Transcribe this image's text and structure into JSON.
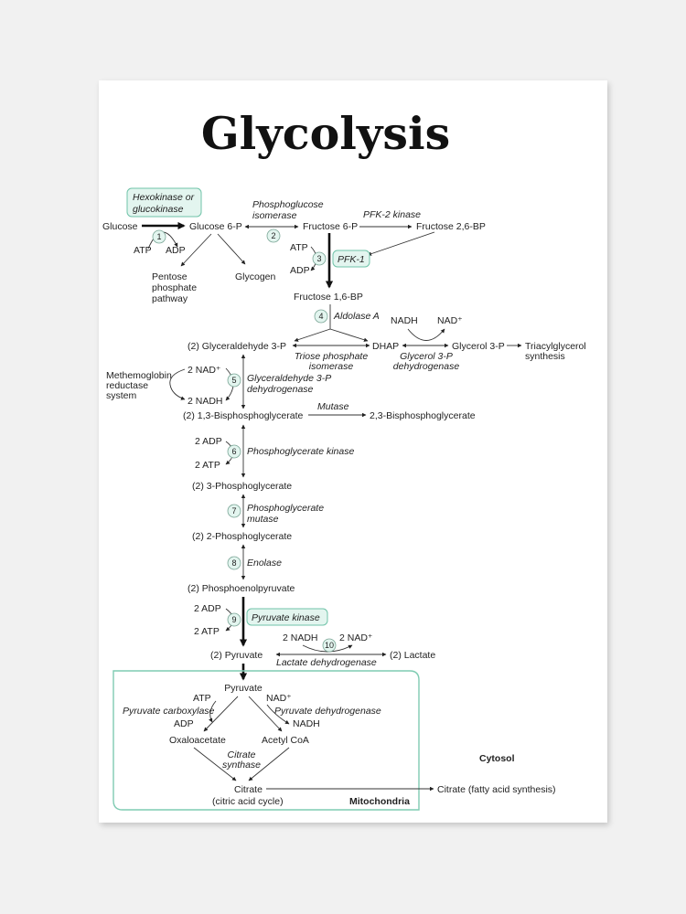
{
  "title": "Glycolysis",
  "metabolites": {
    "glucose": "Glucose",
    "glucose6p": "Glucose 6-P",
    "fructose6p": "Fructose 6-P",
    "fructose26bp": "Fructose 2,6-BP",
    "pentose": [
      "Pentose",
      "phosphate",
      "pathway"
    ],
    "glycogen": "Glycogen",
    "fructose16bp": "Fructose 1,6-BP",
    "gap": "(2) Glyceraldehyde 3-P",
    "dhap": "DHAP",
    "glycerol3p": "Glycerol 3-P",
    "triacylglycerol": [
      "Triacylglycerol",
      "synthesis"
    ],
    "methemoglobin": [
      "Methemoglobin",
      "reductase",
      "system"
    ],
    "bpg13": "(2) 1,3-Bisphosphoglycerate",
    "bpg23": "2,3-Bisphosphoglycerate",
    "pg3": "(2) 3-Phosphoglycerate",
    "pg2": "(2) 2-Phosphoglycerate",
    "pep": "(2) Phosphoenolpyruvate",
    "pyruvate2": "(2) Pyruvate",
    "lactate2": "(2) Lactate",
    "pyruvate": "Pyruvate",
    "oxaloacetate": "Oxaloacetate",
    "acetylcoa": "Acetyl CoA",
    "citrate": "Citrate",
    "citric_cycle": "(citric acid cycle)",
    "citrate_fatty": "Citrate (fatty acid synthesis)"
  },
  "cofactors": {
    "atp": "ATP",
    "adp": "ADP",
    "nadh": "NADH",
    "nadplus": "NAD⁺",
    "nadplus2": "2 NAD⁺",
    "nadh2": "2 NADH",
    "adp2": "2 ADP",
    "atp2": "2 ATP"
  },
  "enzymes": {
    "hexokinase": [
      "Hexokinase or",
      "glucokinase"
    ],
    "phosphoglucose_isomerase": [
      "Phosphoglucose",
      "isomerase"
    ],
    "pfk2": "PFK-2 kinase",
    "pfk1": "PFK-1",
    "aldolase": "Aldolase A",
    "tpi": [
      "Triose phosphate",
      "isomerase"
    ],
    "g3pdh": [
      "Glycerol 3-P",
      "dehydrogenase"
    ],
    "gapdh": [
      "Glyceraldehyde 3-P",
      "dehydrogenase"
    ],
    "mutase": "Mutase",
    "pgk": "Phosphoglycerate kinase",
    "pgm": [
      "Phosphoglycerate",
      "mutase"
    ],
    "enolase": "Enolase",
    "pyruvate_kinase": "Pyruvate kinase",
    "ldh": "Lactate dehydrogenase",
    "pyruvate_carboxylase": "Pyruvate carboxylase",
    "pdh": "Pyruvate dehydrogenase",
    "citrate_synthase": [
      "Citrate",
      "synthase"
    ]
  },
  "steps": [
    "1",
    "2",
    "3",
    "4",
    "5",
    "6",
    "7",
    "8",
    "9",
    "10"
  ],
  "compartments": {
    "cytosol": "Cytosol",
    "mitochondria": "Mitochondria"
  },
  "colors": {
    "enzyme_box_fill": "#e3f5ef",
    "enzyme_box_border": "#6fc3a8",
    "mitochondria_border": "#7fcbb2"
  }
}
